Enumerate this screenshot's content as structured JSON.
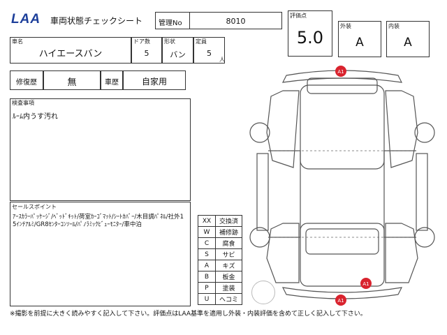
{
  "header": {
    "logo": "LAA",
    "title": "車両状態チェックシート",
    "control_no_label": "管理No",
    "control_no": "8010"
  },
  "scores": {
    "score_label": "評価点",
    "score": "5.0",
    "exterior_label": "外装",
    "exterior": "A",
    "interior_label": "内装",
    "interior": "A"
  },
  "vehicle": {
    "name_label": "車名",
    "name": "ハイエースバン",
    "doors_label": "ドア数",
    "doors": "5",
    "body_label": "形状",
    "body": "バン",
    "capacity_label": "定員",
    "capacity": "5",
    "capacity_unit": "人"
  },
  "history": {
    "repair_label": "修復歴",
    "repair": "無",
    "usage_label": "車歴",
    "usage": "自家用"
  },
  "inspection": {
    "label": "検査事項",
    "text": "ﾙｰﾑ内うす汚れ"
  },
  "sales": {
    "label": "セールスポイント",
    "text": "ｱｰｽｶﾗｰﾊﾟｯｹｰｼﾞ/ﾍﾞｯﾄﾞｷｯﾄ/荷室ｶｰｺﾞﾏｯﾄ/ｼｰﾄｶﾊﾞｰ/木目調ﾊﾟﾈﾙ/社外15ｲﾝﾁｱﾙﾐ/GR8ｾﾝﾀｰｺﾝｿｰﾙ/ﾊﾟﾉﾗﾐｯｸﾋﾞｭｰﾓﾆﾀｰ/車中泊"
  },
  "legend": [
    {
      "code": "XX",
      "meaning": "交換済"
    },
    {
      "code": "W",
      "meaning": "補修跡"
    },
    {
      "code": "C",
      "meaning": "腐食"
    },
    {
      "code": "S",
      "meaning": "サビ"
    },
    {
      "code": "A",
      "meaning": "キズ"
    },
    {
      "code": "B",
      "meaning": "板金"
    },
    {
      "code": "P",
      "meaning": "塗装"
    },
    {
      "code": "U",
      "meaning": "ヘコミ"
    }
  ],
  "diagram": {
    "marks": [
      "A1",
      "A1",
      "A1"
    ],
    "mark_color": "#d9232e"
  },
  "footer": {
    "note": "※撮影を前提に大きく読みやすく記入して下さい。評価点はLAA基準を適用し外装・内装評価を含めて正しく記入して下さい。"
  }
}
